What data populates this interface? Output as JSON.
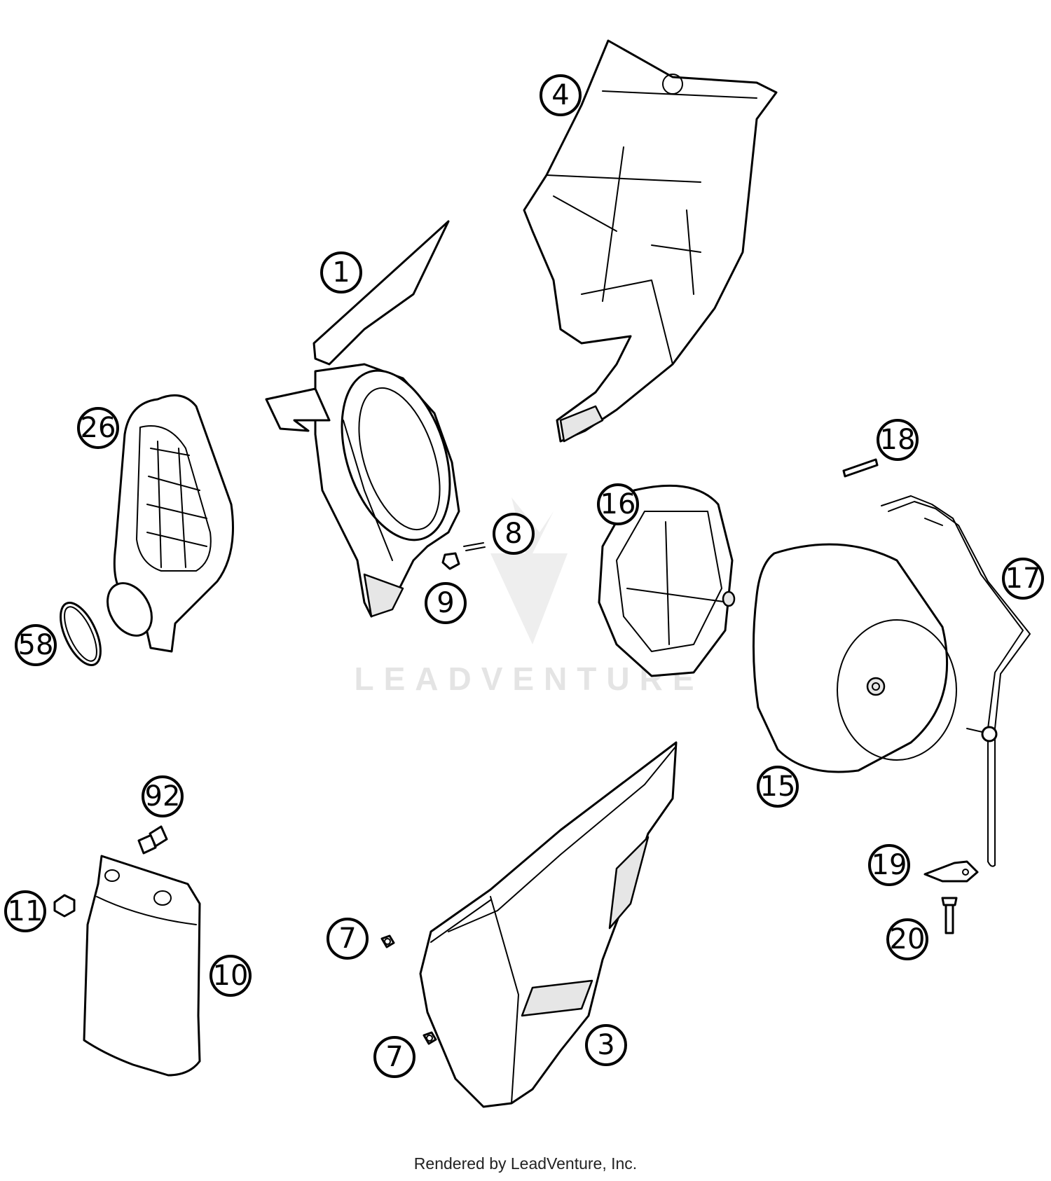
{
  "watermark": "LEADVENTURE",
  "footer": "Rendered by LeadVenture, Inc.",
  "callouts": {
    "c1": "1",
    "c3": "3",
    "c4": "4",
    "c7a": "7",
    "c7b": "7",
    "c8": "8",
    "c9": "9",
    "c10": "10",
    "c11": "11",
    "c15": "15",
    "c16": "16",
    "c17": "17",
    "c18": "18",
    "c19": "19",
    "c20": "20",
    "c26": "26",
    "c58": "58",
    "c92": "92"
  }
}
